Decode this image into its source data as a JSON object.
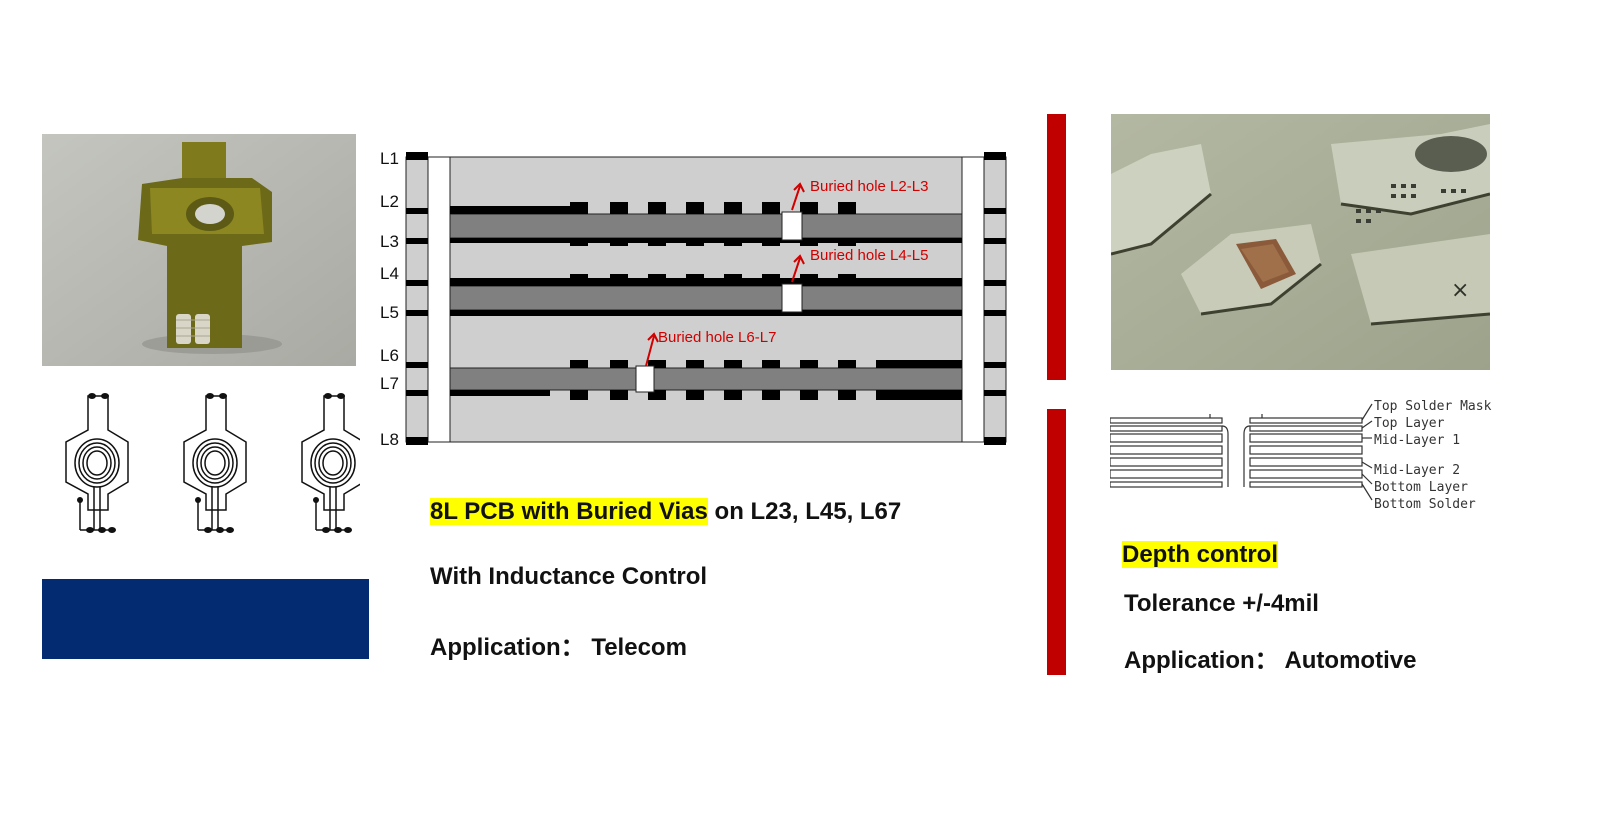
{
  "stackup_diagram": {
    "layer_labels": [
      "L1",
      "L2",
      "L3",
      "L4",
      "L5",
      "L6",
      "L7",
      "L8"
    ],
    "buried_holes": [
      "Buried hole L2-L3",
      "Buried hole L4-L5",
      "Buried hole L6-L7"
    ]
  },
  "left_text": {
    "line1_highlight": "8L PCB with Buried Vias",
    "line1_rest": " on L23, L45, L67",
    "line2": "With Inductance Control",
    "line3": "Application： Telecom"
  },
  "depth_diagram": {
    "labels": [
      "Top Solder Mask",
      "Top Layer",
      "Mid-Layer 1",
      "Mid-Layer 2",
      "Bottom Layer",
      "Bottom Solder"
    ]
  },
  "right_text": {
    "title_highlight": "Depth control",
    "line2": "Tolerance +/-4mil",
    "line3": "Application：  Automotive"
  },
  "colors": {
    "highlight": "#ffff00",
    "accent_red": "#c00000",
    "navy_block": "#022b72"
  }
}
